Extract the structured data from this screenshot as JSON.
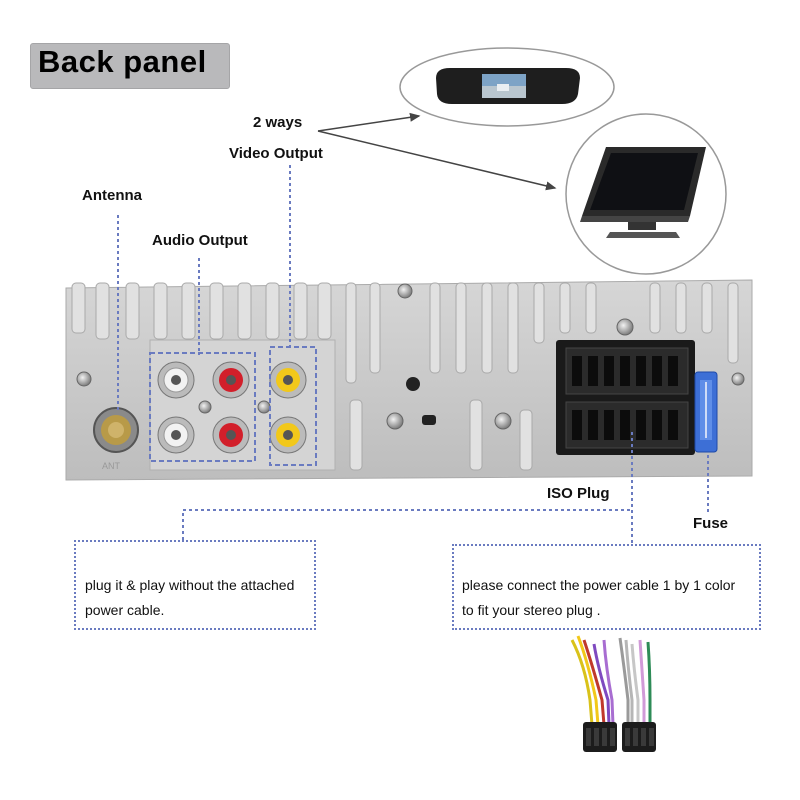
{
  "title": "Back panel",
  "labels": {
    "two_ways": "2 ways",
    "video_output": "Video Output",
    "antenna": "Antenna",
    "audio_output": "Audio Output",
    "iso_plug": "ISO Plug",
    "fuse": "Fuse",
    "antenna_marking": "ANT"
  },
  "notes": {
    "left_line1": "plug it & play without the attached",
    "left_line2": "power cable.",
    "right_line1": "please connect the power cable 1 by 1 color",
    "right_line2": "to fit your stereo plug ."
  },
  "colors": {
    "badge": "#b9b9bb",
    "callout": "#6a7bc0",
    "rca_white": "#e8e8e8",
    "rca_red": "#d21f2a",
    "rca_yellow": "#f2c81a",
    "panel": "#c9c9c9"
  },
  "icons": [
    "rearview-mirror-monitor",
    "dashboard-monitor",
    "rca-jack",
    "antenna-socket",
    "iso-connector",
    "fuse",
    "wiring-harness"
  ]
}
